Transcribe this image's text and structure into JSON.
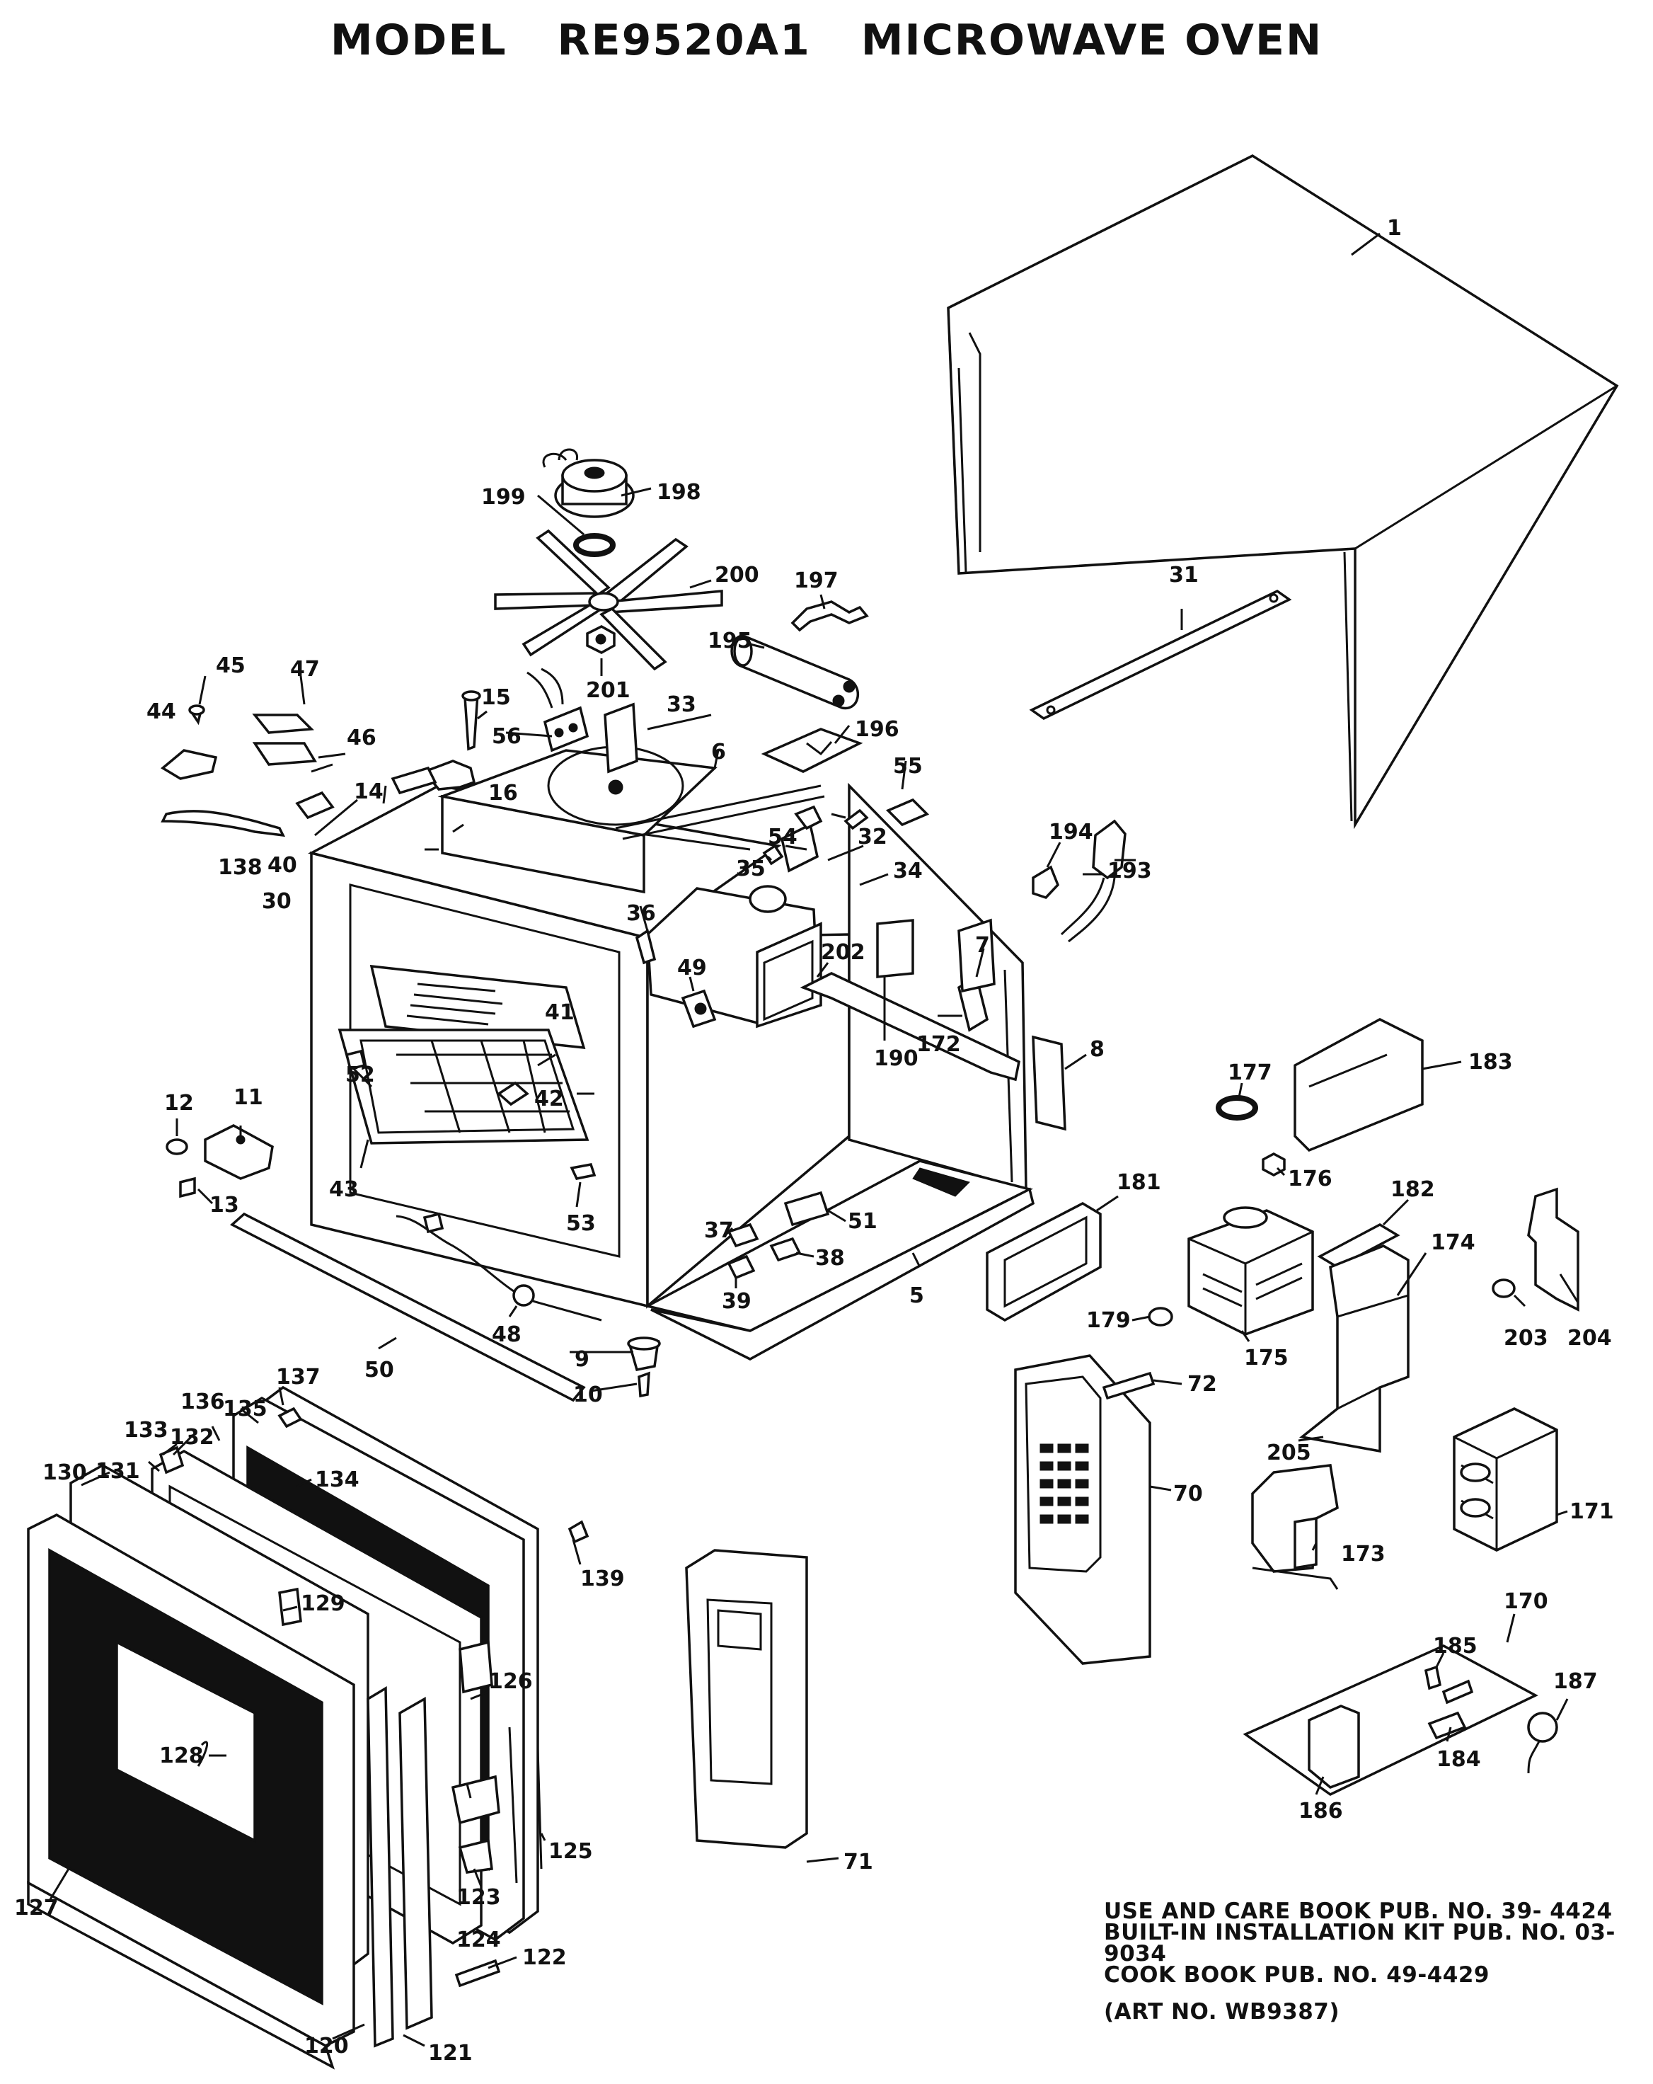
{
  "title": {
    "model_label": "MODEL",
    "model_number": "RE9520A1",
    "product": "MICROWAVE OVEN"
  },
  "publications": [
    "USE AND CARE BOOK PUB. NO. 39- 4424",
    "BUILT-IN INSTALLATION KIT PUB. NO. 03-9034",
    "COOK BOOK PUB. NO. 49-4429"
  ],
  "art_number": "(ART NO. WB9387)",
  "part_labels": [
    "1",
    "5",
    "6",
    "7",
    "8",
    "9",
    "10",
    "11",
    "12",
    "13",
    "14",
    "15",
    "16",
    "30",
    "31",
    "32",
    "33",
    "34",
    "35",
    "36",
    "37",
    "38",
    "39",
    "40",
    "41",
    "42",
    "43",
    "44",
    "45",
    "46",
    "47",
    "48",
    "49",
    "50",
    "51",
    "52",
    "53",
    "54",
    "55",
    "56",
    "70",
    "71",
    "72",
    "120",
    "121",
    "122",
    "123",
    "124",
    "125",
    "126",
    "127",
    "128",
    "129",
    "130",
    "131",
    "132",
    "133",
    "134",
    "135",
    "136",
    "137",
    "138",
    "139",
    "170",
    "171",
    "172",
    "173",
    "174",
    "175",
    "176",
    "177",
    "179",
    "181",
    "182",
    "183",
    "184",
    "185",
    "186",
    "187",
    "190",
    "193",
    "194",
    "195",
    "196",
    "197",
    "198",
    "199",
    "200",
    "201",
    "202",
    "203",
    "204",
    "205"
  ]
}
